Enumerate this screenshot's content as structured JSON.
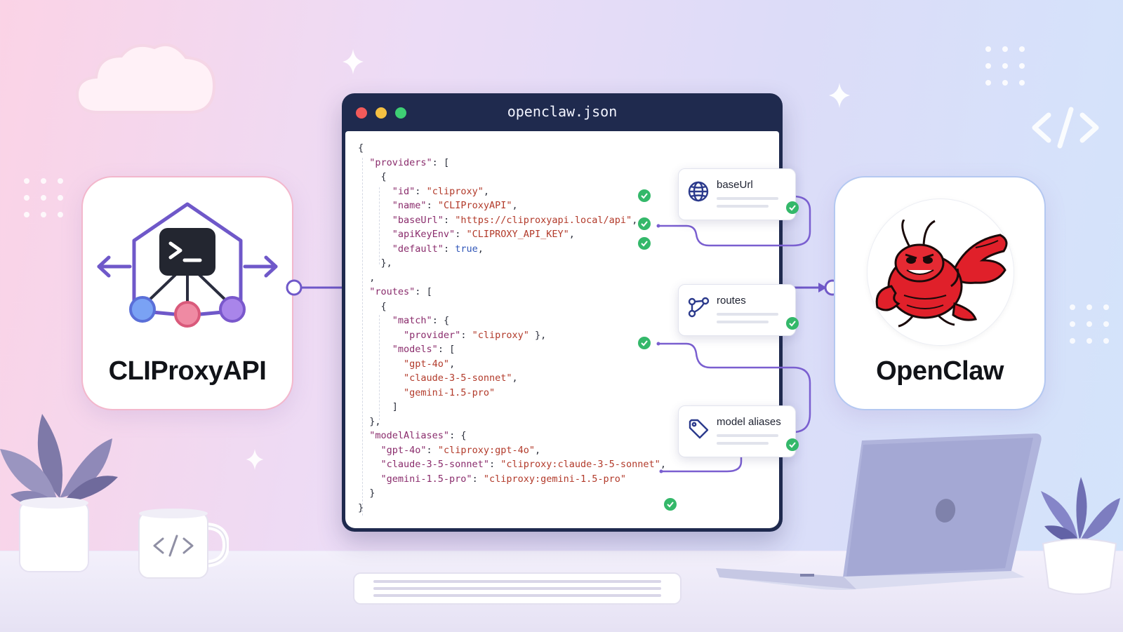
{
  "left_card": {
    "title": "CLIProxyAPI",
    "icon": "terminal-network-icon"
  },
  "right_card": {
    "title": "OpenClaw",
    "icon": "lobster-mascot"
  },
  "editor": {
    "filename": "openclaw.json",
    "lines": [
      "{",
      "  \"providers\": [",
      "    {",
      "      \"id\": \"cliproxy\",",
      "      \"name\": \"CLIProxyAPI\",",
      "      \"baseUrl\": \"https://cliproxyapi.local/api\",",
      "      \"apiKeyEnv\": \"CLIPROXY_API_KEY\",",
      "      \"default\": true,",
      "    },",
      "  ,",
      "  \"routes\": [",
      "    {",
      "      \"match\": {",
      "        \"provider\": \"cliproxy\" },",
      "      \"models\": [",
      "        \"gpt-4o\",",
      "        \"claude-3-5-sonnet\",",
      "        \"gemini-1.5-pro\"",
      "      ]",
      "  },",
      "  \"modelAliases\": {",
      "    \"gpt-4o\": \"cliproxy:gpt-4o\",",
      "    \"claude-3-5-sonnet\": \"cliproxy:claude-3-5-sonnet\",",
      "    \"gemini-1.5-pro\": \"cliproxy:gemini-1.5-pro\"",
      "  }",
      "}"
    ]
  },
  "callouts": [
    {
      "label": "baseUrl",
      "icon": "globe-icon"
    },
    {
      "label": "routes",
      "icon": "route-icon"
    },
    {
      "label": "model aliases",
      "icon": "tag-icon"
    }
  ],
  "colors": {
    "accent": "#7a5fd0",
    "check": "#34b86a",
    "window": "#1f2a4e",
    "lobster": "#e0202a"
  },
  "decor": {
    "mug_icon": "code-icon",
    "corner_icon": "code-icon"
  }
}
